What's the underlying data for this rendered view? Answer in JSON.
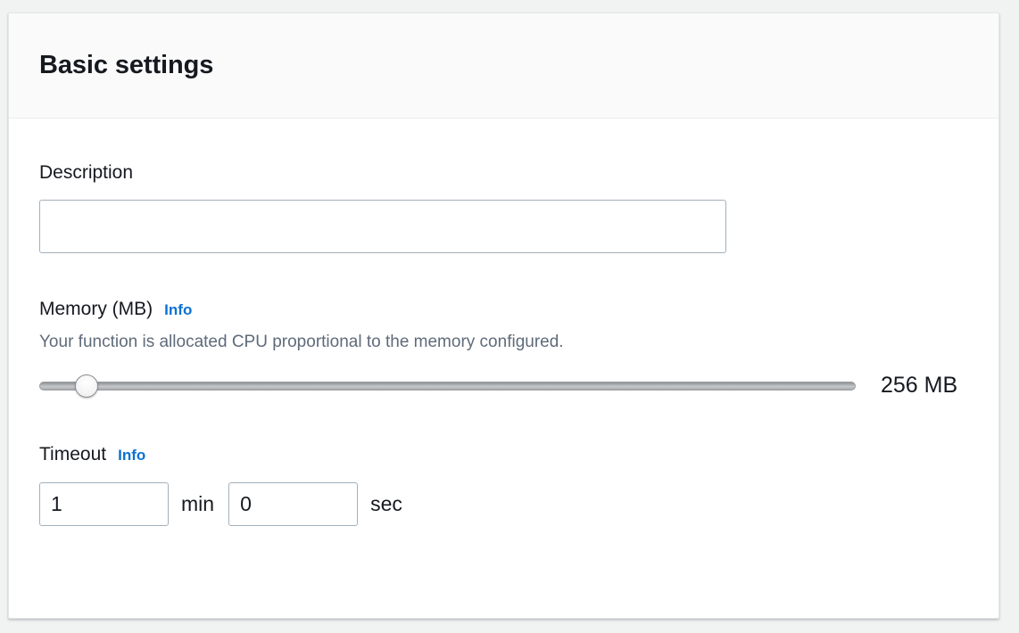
{
  "panel": {
    "title": "Basic settings"
  },
  "fields": {
    "description": {
      "label": "Description",
      "value": "",
      "placeholder": ""
    },
    "memory": {
      "label": "Memory (MB)",
      "info_label": "Info",
      "description": "Your function is allocated CPU proportional to the memory configured.",
      "value_label": "256 MB",
      "value": 256,
      "slider_percent": 5.8
    },
    "timeout": {
      "label": "Timeout",
      "info_label": "Info",
      "minutes_value": "1",
      "minutes_unit": "min",
      "seconds_value": "0",
      "seconds_unit": "sec"
    }
  },
  "colors": {
    "link_blue": "#0972d3",
    "text_primary": "#16191f",
    "text_secondary": "#5f6b7a",
    "input_border": "#a3b0bb",
    "header_bg": "#fafafa",
    "page_bg": "#f1f3f3"
  }
}
